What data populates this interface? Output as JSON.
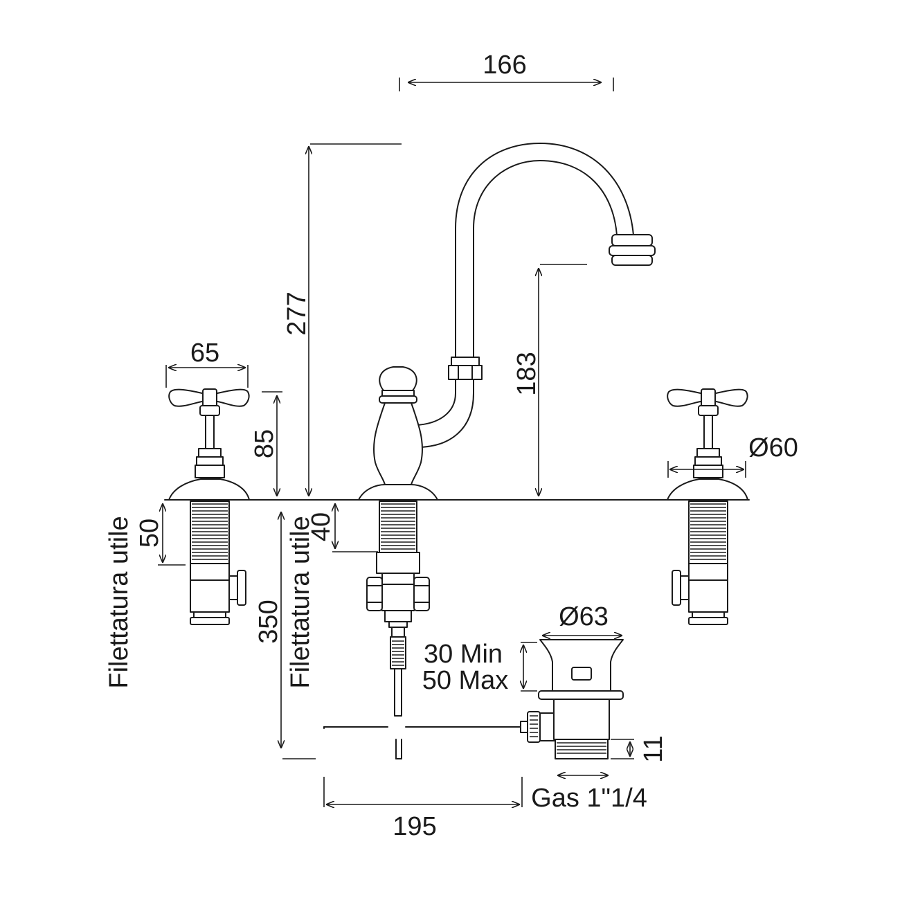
{
  "dimensions": {
    "spout_reach": "166",
    "overall_height": "277",
    "spout_height": "183",
    "handle_width": "65",
    "handle_height": "85",
    "escutcheon_diameter": "Ø60",
    "thread_left_value": "50",
    "thread_label": "Filettatura utile",
    "thread_center_value": "40",
    "shank_length": "350",
    "waste_diameter": "Ø63",
    "waste_thickness_min": "30 Min",
    "waste_thickness_max": "50 Max",
    "waste_thread": "11",
    "waste_connection": "Gas 1\"1/4",
    "rod_length": "195"
  },
  "colors": {
    "line": "#1a1a1a",
    "background": "#ffffff"
  }
}
